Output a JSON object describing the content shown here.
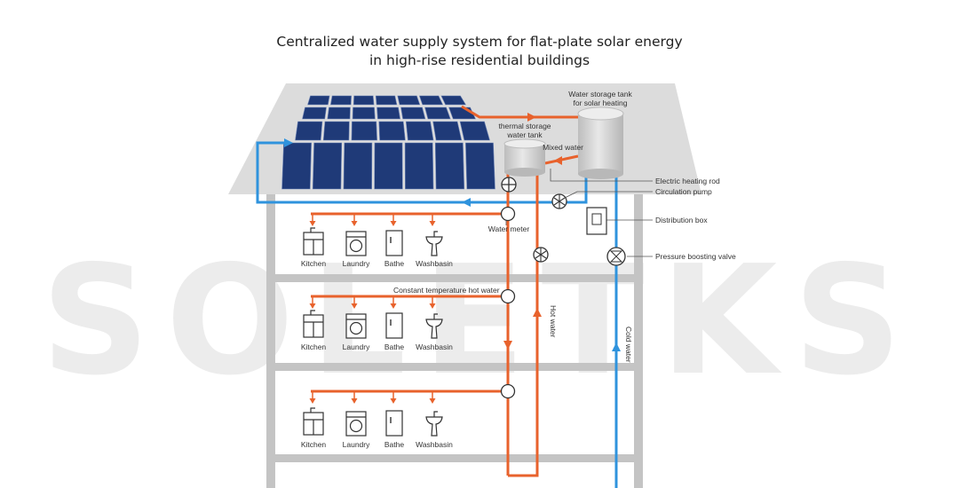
{
  "title": {
    "line1": "Centralized water supply system for flat-plate solar energy",
    "line2": "in high-rise residential buildings"
  },
  "watermark": "SOLETKS",
  "labels": {
    "storage_tank_line1": "Water storage tank",
    "storage_tank_line2": "for solar heating",
    "thermal_tank_line1": "thermal storage",
    "thermal_tank_line2": "water tank",
    "mixed_water": "Mixed water",
    "heating_rod": "Electric heating rod",
    "circulation_pump": "Circulation pump",
    "distribution_box": "Distribution box",
    "pressure_valve": "Pressure boosting valve",
    "water_meter": "Water meter",
    "constant_temp": "Constant temperature hot water",
    "hot_water": "Hot water",
    "cold_water": "Cold water"
  },
  "floors": [
    {
      "rooms": [
        "Kitchen",
        "Laundry",
        "Bathe",
        "Washbasin"
      ]
    },
    {
      "rooms": [
        "Kitchen",
        "Laundry",
        "Bathe",
        "Washbasin"
      ]
    },
    {
      "rooms": [
        "Kitchen",
        "Laundry",
        "Bathe",
        "Washbasin"
      ]
    }
  ],
  "colors": {
    "hot_pipe": "#e8622c",
    "cold_pipe": "#2f93dd",
    "building": "#c4c4c4",
    "roof": "#dcdcdc",
    "panel": "#1f3a78",
    "tank": "#d9d9d9"
  },
  "icons": [
    "kitchen-sink-icon",
    "washing-machine-icon",
    "shower-door-icon",
    "washbasin-icon",
    "water-meter-icon",
    "circulation-pump-icon",
    "pressure-valve-icon",
    "distribution-box-icon"
  ]
}
